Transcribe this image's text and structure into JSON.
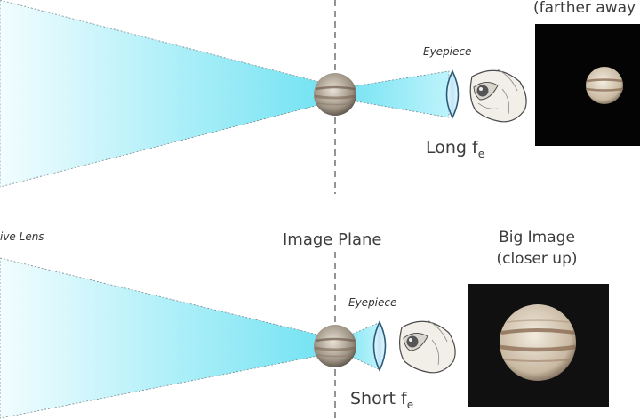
{
  "top": {
    "eyepiece_label": "Eyepiece",
    "focal_prefix": "Long f",
    "focal_subscript": "e",
    "caption_line": "(farther away"
  },
  "bottom": {
    "objective_label": "ive Lens",
    "image_plane_label": "Image Plane",
    "eyepiece_label": "Eyepiece",
    "focal_prefix": "Short f",
    "focal_subscript": "e",
    "caption_line1": "Big Image",
    "caption_line2": "(closer up)"
  },
  "colors": {
    "beam_light": "#e9fbff",
    "beam_dark": "#7fe6f4",
    "lens_fill": "#cdeefb",
    "lens_stroke": "#2a5b7a",
    "photo_bg": "#050505",
    "jupiter_band": "#8a6a52"
  },
  "icons": [
    "jupiter-icon",
    "lens-icon",
    "eye-icon",
    "jupiter-photo"
  ]
}
